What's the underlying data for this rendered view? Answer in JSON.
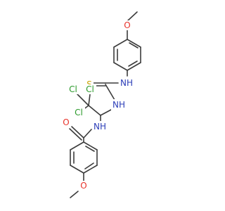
{
  "colors": {
    "bond": "#3c3c3c",
    "carbon": "#3c3c3c",
    "oxygen": "#e8322a",
    "nitrogen": "#2c3eb8",
    "sulfur": "#c9a400",
    "chlorine": "#2a9a2a",
    "background": "#ffffff"
  },
  "atoms": {
    "o_top": {
      "text": "O",
      "element": "oxygen"
    },
    "nh_top": {
      "text": "NH",
      "element": "nitrogen"
    },
    "s": {
      "text": "S",
      "element": "sulfur"
    },
    "nh_mid": {
      "text": "NH",
      "element": "nitrogen"
    },
    "cl_1": {
      "text": "Cl",
      "element": "chlorine"
    },
    "cl_2": {
      "text": "Cl",
      "element": "chlorine"
    },
    "cl_3": {
      "text": "Cl",
      "element": "chlorine"
    },
    "nh_low": {
      "text": "NH",
      "element": "nitrogen"
    },
    "o_carbonyl": {
      "text": "O",
      "element": "oxygen"
    },
    "o_bottom": {
      "text": "O",
      "element": "oxygen"
    }
  }
}
